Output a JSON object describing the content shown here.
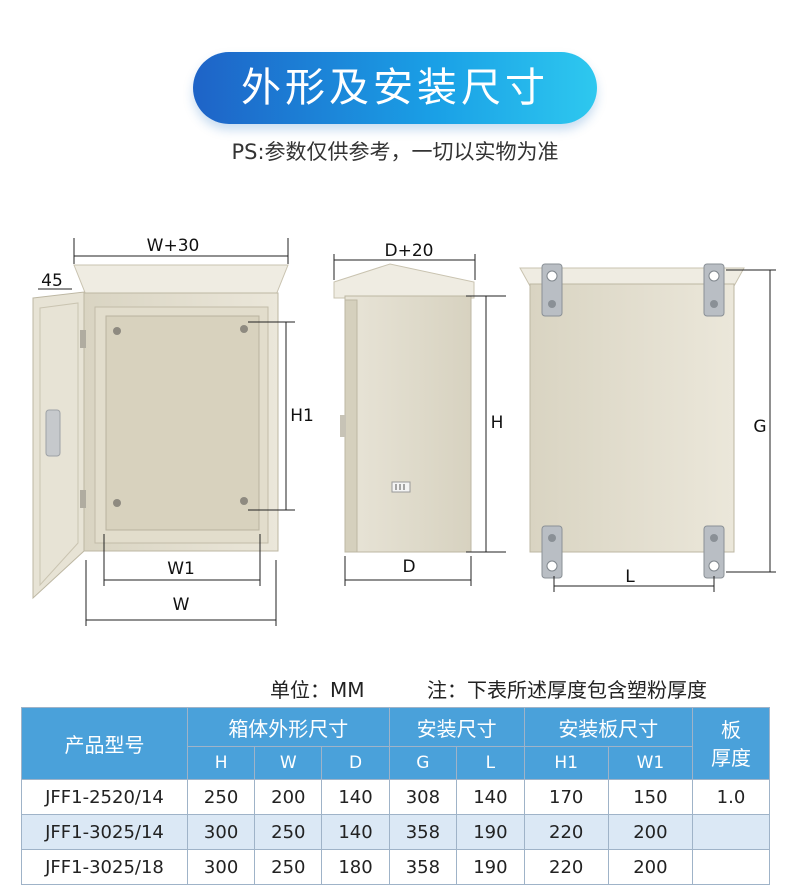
{
  "header": {
    "title": "外形及安装尺寸",
    "note": "PS:参数仅供参考，一切以实物为准"
  },
  "diagram": {
    "labels": {
      "w30": "W+30",
      "h45": "45",
      "h1": "H1",
      "w1": "W1",
      "w": "W",
      "d20": "D+20",
      "h": "H",
      "d": "D",
      "g": "G",
      "l": "L"
    },
    "colors": {
      "box_body": "#e6e2d3",
      "box_shade": "#d4cfbd",
      "roof": "#efece2",
      "plate": "#ddd7c4",
      "bracket": "#b9bec4"
    }
  },
  "units": {
    "unit_text": "单位：MM",
    "note_text": "注：下表所述厚度包含塑粉厚度"
  },
  "table": {
    "headers": {
      "model": "产品型号",
      "outer": "箱体外形尺寸",
      "install": "安装尺寸",
      "plate": "安装板尺寸",
      "thickness_top": "板",
      "thickness_bottom": "厚度"
    },
    "subheaders": [
      "H",
      "W",
      "D",
      "G",
      "L",
      "H1",
      "W1"
    ],
    "rows": [
      {
        "model": "JFF1-2520/14",
        "H": "250",
        "W": "200",
        "D": "140",
        "G": "308",
        "L": "140",
        "H1": "170",
        "W1": "150",
        "t": "1.0"
      },
      {
        "model": "JFF1-3025/14",
        "H": "300",
        "W": "250",
        "D": "140",
        "G": "358",
        "L": "190",
        "H1": "220",
        "W1": "200",
        "t": ""
      },
      {
        "model": "JFF1-3025/18",
        "H": "300",
        "W": "250",
        "D": "180",
        "G": "358",
        "L": "190",
        "H1": "220",
        "W1": "200",
        "t": ""
      }
    ]
  }
}
